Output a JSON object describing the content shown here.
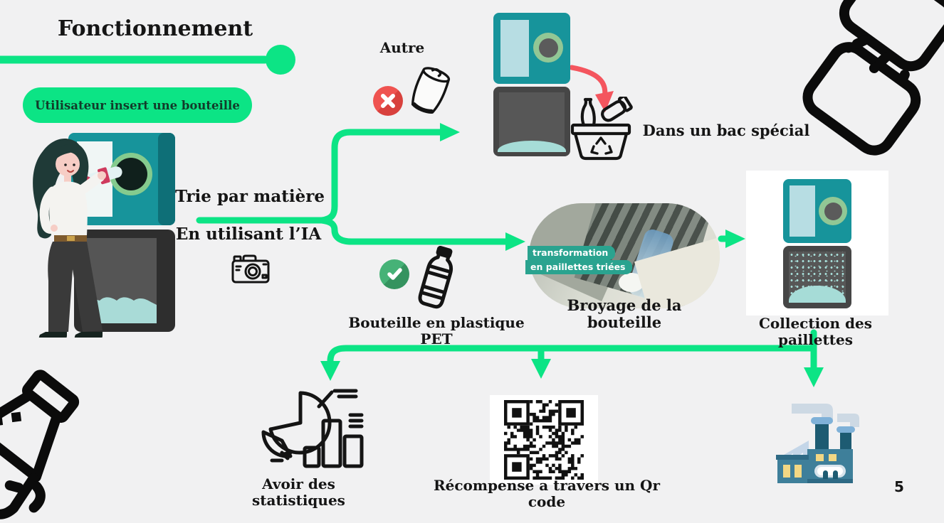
{
  "slide": {
    "title": "Fonctionnement",
    "page_number": "5"
  },
  "flow": {
    "insert": {
      "label": "Utilisateur insert une bouteille"
    },
    "sort": {
      "line1": "Trie par matière",
      "line2": "En utilisant l’IA",
      "icon": "camera-icon"
    },
    "reject_branch": {
      "label": "Autre",
      "status_icon": "cross-icon",
      "item_icon": "can-icon",
      "machine_icon": "recycling-kiosk-graphic",
      "result_icon": "recycle-basket-icon",
      "result_label": "Dans un bac spécial"
    },
    "accept_branch": {
      "status_icon": "check-icon",
      "item_icon": "pet-bottle-icon",
      "label": "Bouteille en plastique PET"
    },
    "shred": {
      "overlay_line1": "transformation",
      "overlay_line2": "en paillettes triées",
      "caption": "Broyage de la bouteille"
    },
    "collect": {
      "caption": "Collection des paillettes",
      "machine_icon": "recycling-kiosk-graphic"
    },
    "outputs": [
      {
        "label": "Avoir des statistiques",
        "icon": "statistics-icon"
      },
      {
        "label": "Récompense a travers un Qr code",
        "icon": "qr-code"
      },
      {
        "label": "",
        "icon": "factory-icon"
      }
    ]
  },
  "decorations": {
    "top_right": "crushed-can-illustration",
    "bottom_left": "plastic-bottle-illustration",
    "person": "woman-inserting-bottle-illustration"
  },
  "colors": {
    "background": "#f1f1f2",
    "accent_green": "#0ce485",
    "machine_teal": "#17949b",
    "error_red": "#ea4e4a",
    "success_green": "#37a568",
    "ribbon_teal": "#2aa38f",
    "red_arrow": "#f4555e"
  }
}
